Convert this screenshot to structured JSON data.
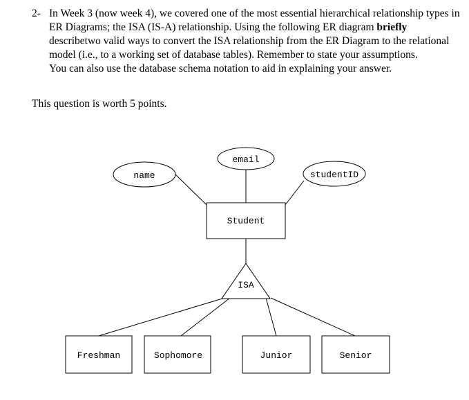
{
  "question": {
    "number": "2-",
    "text_part1": "In Week 3 (now week 4), we covered one of the most essential hierarchical relationship types in ER Diagrams; the ISA (IS-A) relationship. Using the following ER diagram ",
    "bold_word": "briefly",
    "text_part2": " describetwo valid ways to convert the ISA relationship from the ER Diagram to the relational model (i.e., to a working set of database tables). Remember to state your assumptions.",
    "line2": "You can also use the database schema notation to aid in explaining your answer."
  },
  "worth": "This question is worth 5 points.",
  "diagram": {
    "entity": "Student",
    "attributes": [
      "name",
      "email",
      "studentID"
    ],
    "isa_label": "ISA",
    "subclasses": [
      "Freshman",
      "Sophomore",
      "Junior",
      "Senior"
    ]
  }
}
